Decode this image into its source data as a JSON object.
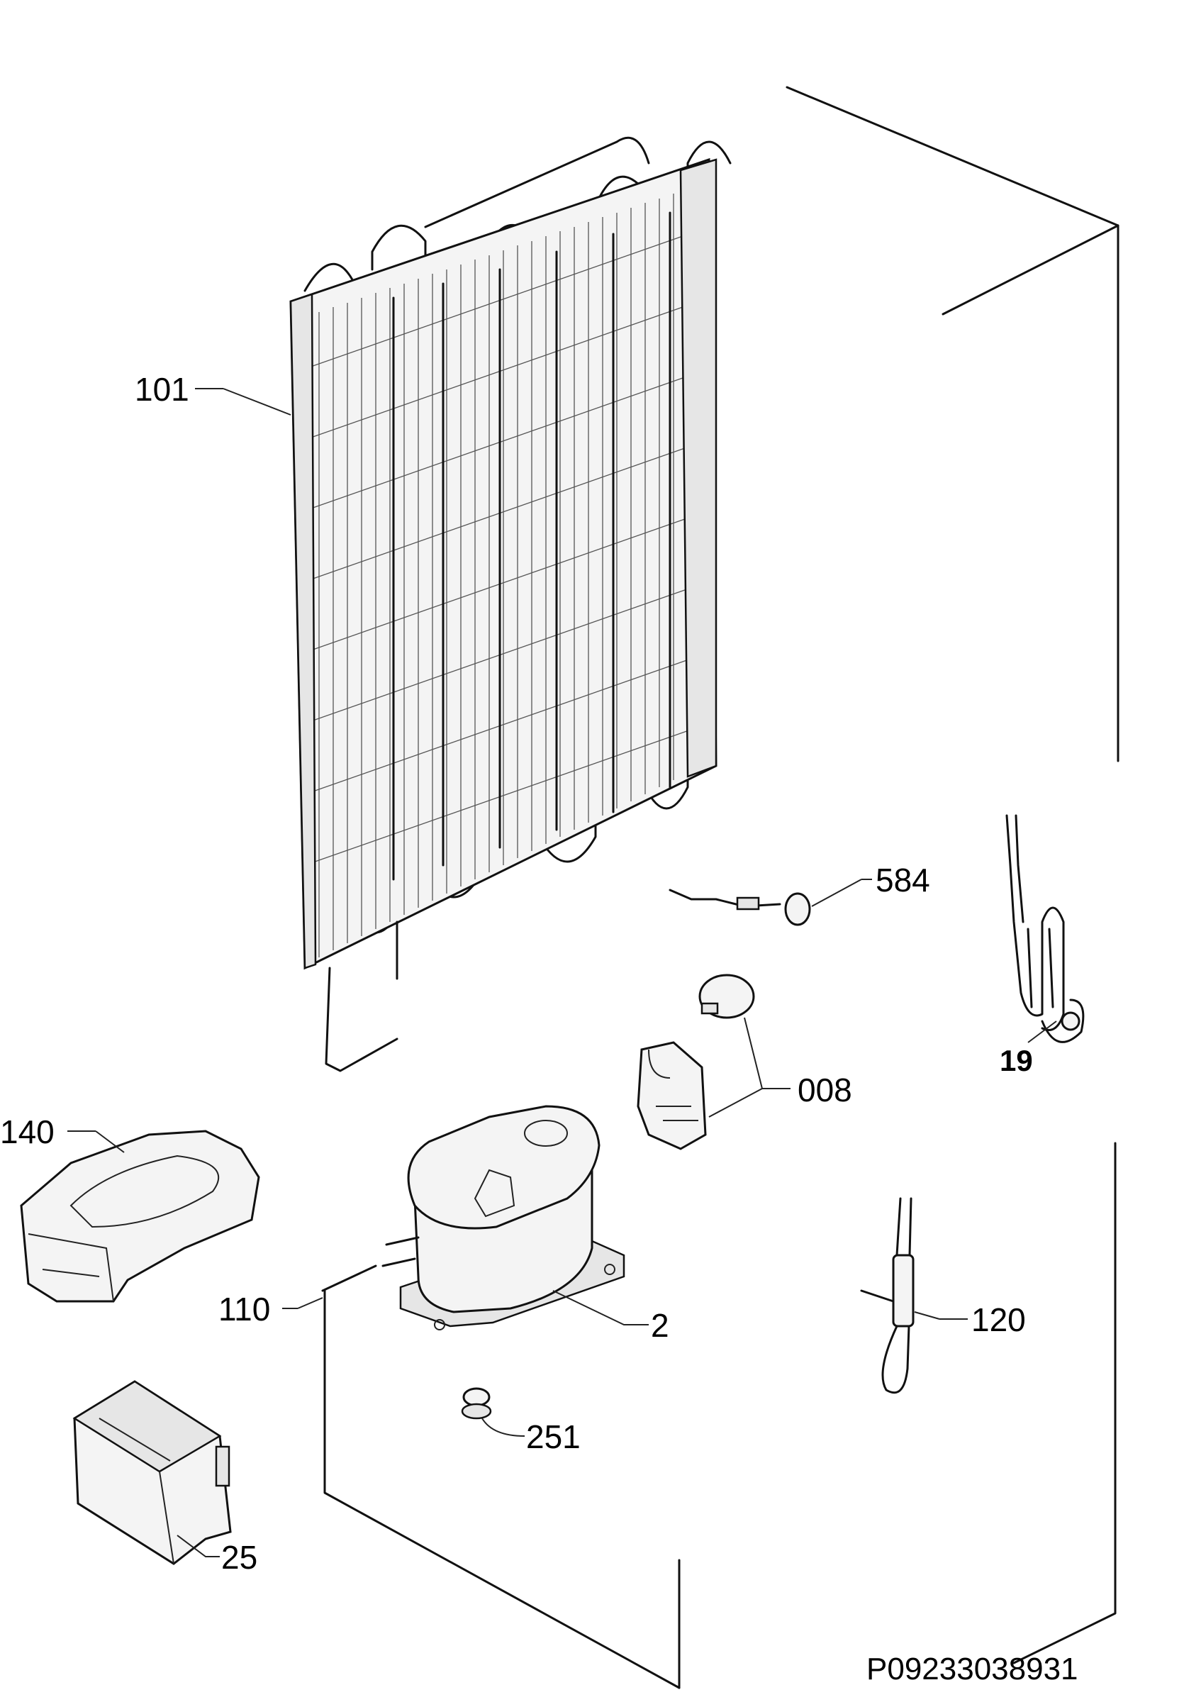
{
  "labels": {
    "condenser": "101",
    "compressor": "2",
    "drain_tray": "140",
    "pipe": "110",
    "grommet": "251",
    "relay_box": "25",
    "cable": "584",
    "relay_set": "008",
    "heater": "19",
    "drier": "120"
  },
  "drawing_code": "P09233038931",
  "colors": {
    "line": "#111111",
    "background": "#ffffff"
  }
}
